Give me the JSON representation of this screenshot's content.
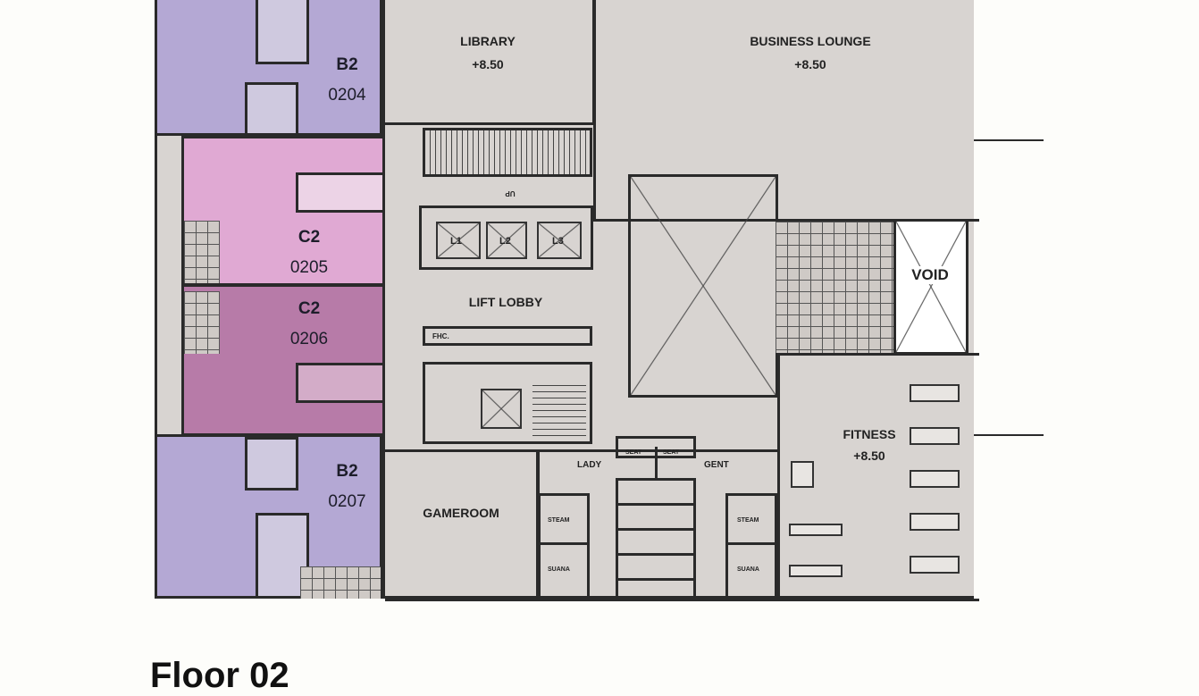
{
  "plan": {
    "title": "Floor 02",
    "units": [
      {
        "type": "B2",
        "number": "0204",
        "color": "#b4a8d4"
      },
      {
        "type": "C2",
        "number": "0205",
        "color": "#e0a9d3"
      },
      {
        "type": "C2",
        "number": "0206",
        "color": "#b77ba8"
      },
      {
        "type": "B2",
        "number": "0207",
        "color": "#b4a8d4"
      }
    ],
    "rooms": {
      "library": {
        "name": "LIBRARY",
        "level": "+8.50"
      },
      "business_lounge": {
        "name": "BUSINESS LOUNGE",
        "level": "+8.50"
      },
      "lift_lobby": {
        "name": "LIFT LOBBY"
      },
      "void": {
        "name": "VOID"
      },
      "fitness": {
        "name": "FITNESS",
        "level": "+8.50"
      },
      "gameroom": {
        "name": "GAMEROOM"
      },
      "lady": "LADY",
      "gent": "GENT",
      "steam": "STEAM",
      "suana": "SUANA",
      "seat": "SEAT",
      "lifts": [
        "L1",
        "L2",
        "L3"
      ],
      "fhc": "FHC."
    },
    "colors": {
      "common": "#d8d4d1",
      "wall": "#2a2a2a"
    }
  }
}
